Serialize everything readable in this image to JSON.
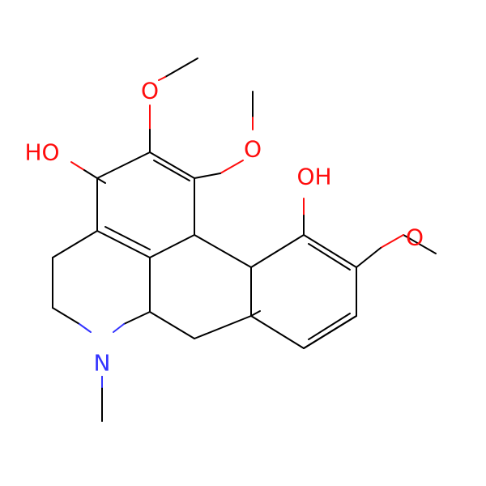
{
  "colors": {
    "background": "#FFFFFF",
    "bond": "#000000",
    "oxygen": "#FF0D0D",
    "nitrogen": "#3333FF"
  },
  "atoms": {
    "hydroxyl_left": "HO",
    "hydroxyl_right": "OH",
    "ether_o_1": "O",
    "ether_o_2": "O",
    "ether_o_3": "O",
    "amine_n": "N"
  }
}
